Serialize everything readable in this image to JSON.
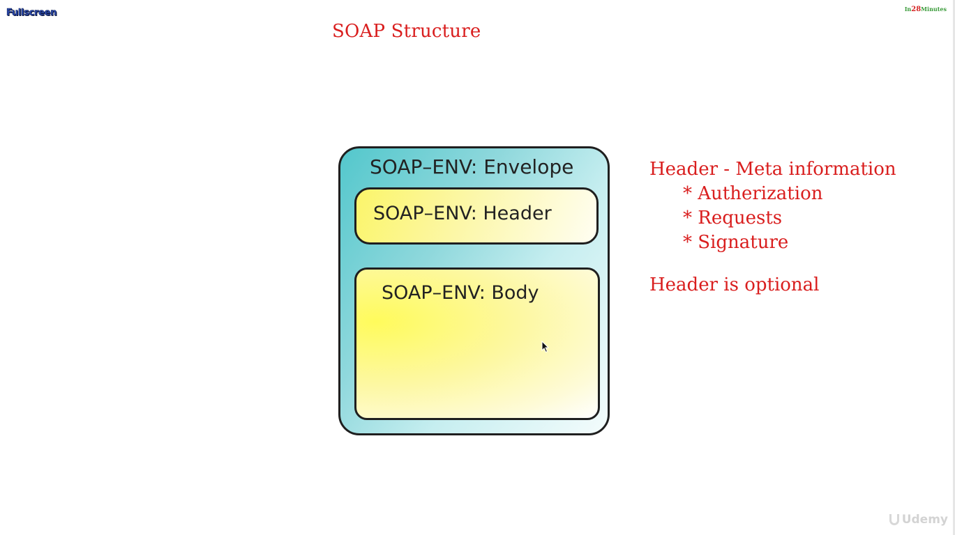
{
  "controls": {
    "fullscreen_label": "Fullscreen"
  },
  "brand": {
    "prefix": "In",
    "number": "28",
    "suffix": "Minutes"
  },
  "slide": {
    "title": "SOAP Structure"
  },
  "diagram": {
    "envelope_label": "SOAP–ENV: Envelope",
    "header_label": "SOAP–ENV: Header",
    "body_label": "SOAP–ENV: Body"
  },
  "notes": {
    "header_heading": "Header - Meta information",
    "bullets": [
      "* Autherization",
      "* Requests",
      "* Signature"
    ],
    "optional_note": "Header is optional"
  },
  "watermark": {
    "label": "Udemy"
  },
  "colors": {
    "accent_red": "#d91e1e",
    "envelope_teal": "#53c7cc",
    "box_yellow": "#fbf56a"
  },
  "icons": {
    "cursor": "mouse-pointer-icon"
  }
}
